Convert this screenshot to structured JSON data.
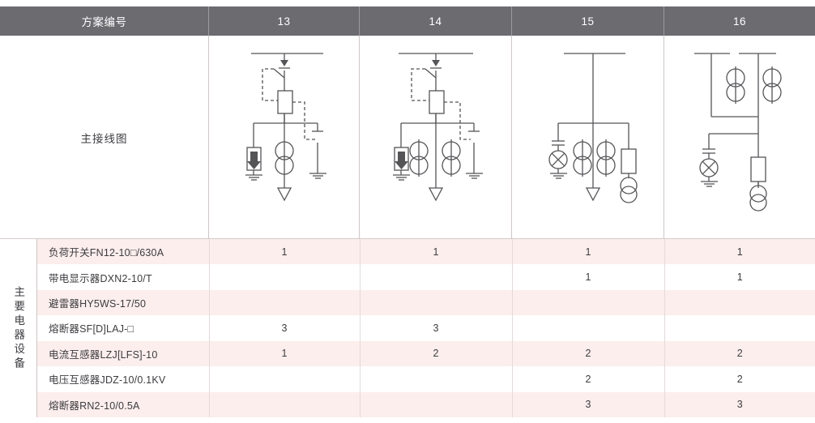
{
  "header": {
    "label": "方案编号",
    "schemes": [
      "13",
      "14",
      "15",
      "16"
    ]
  },
  "diagram_row": {
    "label": "主接线图"
  },
  "side_label": "主要电器设备",
  "spec_rows": [
    {
      "name": "负荷开关FN12-10□/630A",
      "values": [
        "1",
        "1",
        "1",
        "1"
      ]
    },
    {
      "name": "带电显示器DXN2-10/T",
      "values": [
        "",
        "",
        "1",
        "1"
      ]
    },
    {
      "name": "避雷器HY5WS-17/50",
      "values": [
        "",
        "",
        "",
        ""
      ]
    },
    {
      "name": "熔断器SF[D]LAJ-□",
      "values": [
        "3",
        "3",
        "",
        ""
      ]
    },
    {
      "name": "电流互感器LZJ[LFS]-10",
      "values": [
        "1",
        "2",
        "2",
        "2"
      ]
    },
    {
      "name": "电压互感器JDZ-10/0.1KV",
      "values": [
        "",
        "",
        "2",
        "2"
      ]
    },
    {
      "name": "熔断器RN2-10/0.5A",
      "values": [
        "",
        "",
        "3",
        "3"
      ]
    }
  ],
  "colors": {
    "header_bg": "#6b6b70",
    "header_text": "#ffffff",
    "row_alt": "#fbeeec",
    "row_base": "#ffffff",
    "text": "#3c3c40",
    "line": "#555558"
  }
}
